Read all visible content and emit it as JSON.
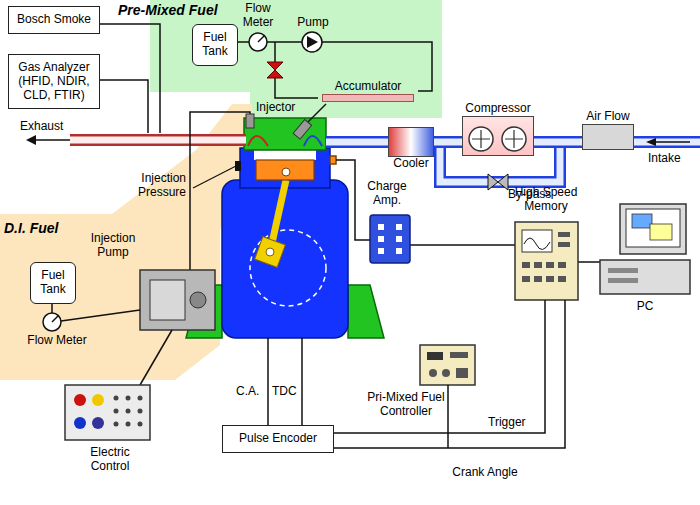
{
  "diagram": {
    "nodes": [
      {
        "text": [
          "Bosch Smoke"
        ]
      },
      {
        "text": [
          "Gas Analyzer (HFID, NDIR, CLD, FTIR)"
        ]
      },
      {
        "text": [
          "Fuel Tank"
        ]
      },
      {
        "text": [
          "Accumulator"
        ]
      },
      {
        "text": [
          "Compressor"
        ]
      },
      {
        "text": [
          "Air Flow"
        ]
      },
      {
        "text": [
          "Cooler"
        ]
      },
      {
        "text": [
          "Fuel Tank"
        ]
      },
      {
        "text": [
          "Pulse Encoder"
        ]
      }
    ],
    "edges": [
      {
        "from": 2,
        "to": 3,
        "arrow": "none"
      },
      {
        "from": 5,
        "to": 4,
        "arrow": "none"
      },
      {
        "from": 4,
        "to": 6,
        "arrow": "none"
      }
    ],
    "labels": [
      "Pre-Mixed Fuel",
      "Flow Meter",
      "Pump",
      "Injector",
      "Exhaust",
      "Intake",
      "Injection Pressure",
      "By-pass",
      "Charge Amp.",
      "High Speed Memory",
      "PC",
      "D.I. Fuel",
      "Injection Pump",
      "Flow Meter",
      "Electric Control",
      "C.A.",
      "TDC",
      "Pri-Mixed Fuel Controller",
      "Trigger",
      "Crank Angle"
    ]
  }
}
